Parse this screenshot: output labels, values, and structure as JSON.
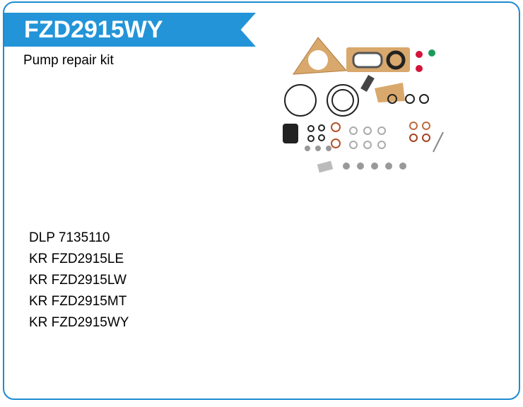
{
  "header": {
    "title": "FZD2915WY",
    "subtitle": "Pump repair kit"
  },
  "references": [
    "DLP 7135110",
    "KR FZD2915LE",
    "KR FZD2915LW",
    "KR FZD2915MT",
    "KR FZD2915WY"
  ],
  "colors": {
    "accent": "#2394d8",
    "border": "#1d8bd1"
  }
}
